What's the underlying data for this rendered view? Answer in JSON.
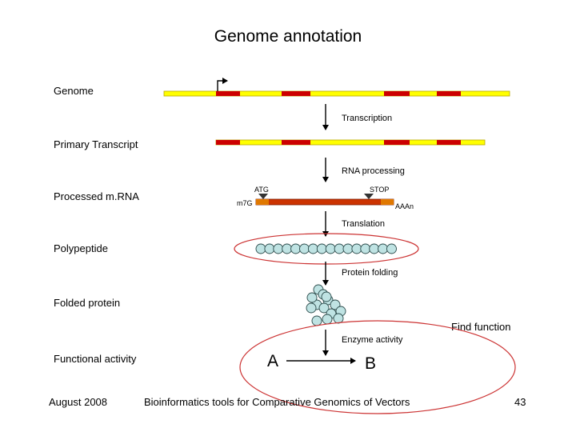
{
  "title": "Genome annotation",
  "stages": {
    "genome": "Genome",
    "primary_transcript": "Primary Transcript",
    "processed_mrna": "Processed m.RNA",
    "polypeptide": "Polypeptide",
    "folded_protein": "Folded protein",
    "functional_activity": "Functional activity"
  },
  "steps": {
    "transcription": "Transcription",
    "rna_processing": "RNA processing",
    "translation": "Translation",
    "protein_folding": "Protein folding",
    "enzyme_activity": "Enzyme activity",
    "find_function": "Find function"
  },
  "mrna_labels": {
    "start_codon": "ATG",
    "stop_codon": "STOP",
    "cap": "m7G",
    "poly_a": "AAAn"
  },
  "reaction": {
    "substrate": "A",
    "product": "B"
  },
  "footer": {
    "date": "August 2008",
    "course": "Bioinformatics tools for Comparative Genomics of Vectors",
    "page": "43"
  },
  "colors": {
    "exon": "#ffff00",
    "intron": "#cc0000",
    "orf": "#e07800",
    "bead": "#bfe3e3",
    "ellipse": "#cc3333"
  }
}
